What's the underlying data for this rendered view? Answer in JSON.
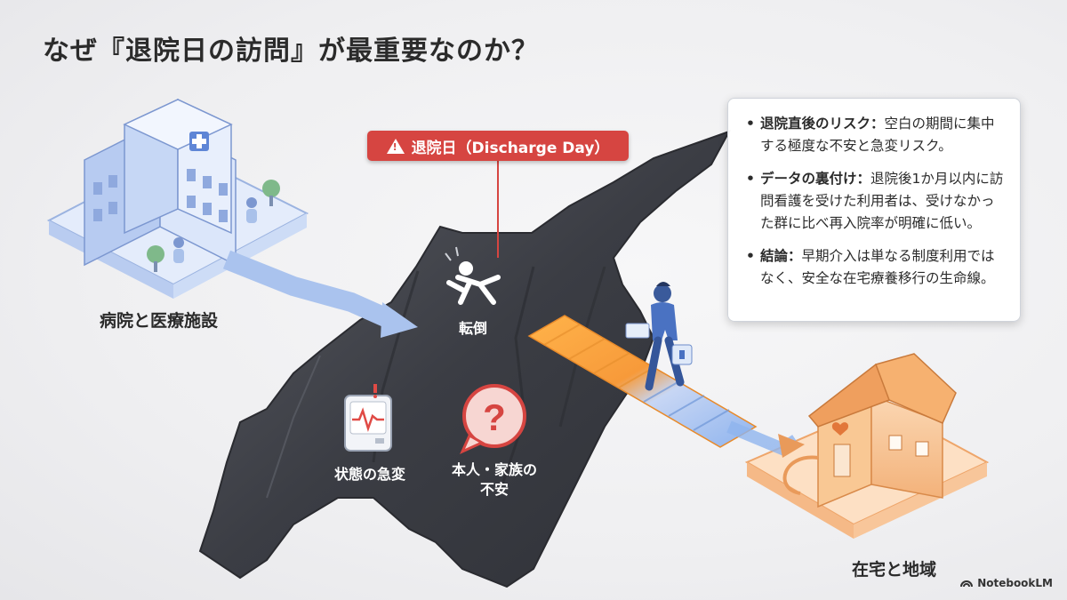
{
  "title": "なぜ『退院日の訪問』が最重要なのか？",
  "banner": {
    "label": "退院日（Discharge Day）",
    "icon": "warning-icon"
  },
  "hospital": {
    "label": "病院と医療施設",
    "icon": "hospital-building-icon"
  },
  "home": {
    "label": "在宅と地域",
    "icon": "house-icon"
  },
  "risks": {
    "fall": "転倒",
    "condition": "状態の急変",
    "anxiety_line1": "本人・家族の",
    "anxiety_line2": "不安"
  },
  "info": {
    "items": [
      {
        "heading": "退院直後のリスク：",
        "text": "空白の期間に集中する極度な不安と急変リスク。"
      },
      {
        "heading": "データの裏付け：",
        "text": "退院後1か月以内に訪問看護を受けた利用者は、受けなかった群に比べ再入院率が明確に低い。"
      },
      {
        "heading": "結論：",
        "text": "早期介入は単なる制度利用ではなく、安全な在宅療養移行の生命線。"
      }
    ]
  },
  "brand": {
    "name": "NotebookLM",
    "icon": "notebooklm-logo-icon"
  },
  "colors": {
    "banner_red": "#d64541",
    "hospital_blue": "#a9c1ea",
    "home_orange": "#f3b27a",
    "bridge_orange": "#f7a340",
    "bridge_blue": "#8fb4ee",
    "chasm": "#3e4047"
  }
}
